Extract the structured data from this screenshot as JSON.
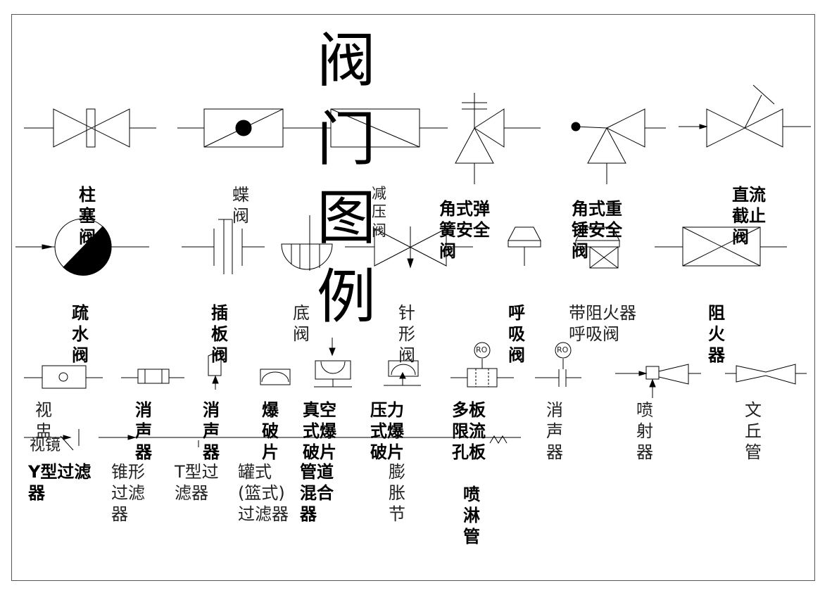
{
  "title": "阀门图例",
  "row1": {
    "zhusai": "柱塞阀",
    "die": "蝶阀",
    "jianya": "减压阀",
    "jiaoshi_tanhuang": "角式弹簧安全阀",
    "jiaoshi_zhongchui": "角式重锤安全阀",
    "zhiliu": "直流截止阀"
  },
  "row2": {
    "shushui": "疏水阀",
    "chaban": "插板阀",
    "di": "底阀",
    "zhenxing": "针形阀",
    "huxi": "呼吸阀",
    "zuhuo_huxi": "带阻火器呼吸阀",
    "zuhuoqi": "阻火器"
  },
  "row3": {
    "shiji": "视盅",
    "xiaosheng1": "消声器",
    "xiaosheng2": "消声器",
    "baopo": "爆破片",
    "zhenkong": "真空式爆破片",
    "yali": "压力式爆破片",
    "duoban": "多板限流孔板",
    "xiaosheng3": "消声器",
    "penshe": "喷射器",
    "wenqiu": "文丘管",
    "ro1": "RO",
    "ro2": "RO"
  },
  "row4": {
    "shijing": "视镜",
    "y_guolv": "Y型过滤器",
    "zhui_guolv": "锥形过滤器",
    "t_guolv": "T型过滤器",
    "guan_guolv": "罐式(篮式)过滤器",
    "guandao": "管道混合器",
    "pengzhang": "膨胀节",
    "penlin": "喷淋管"
  }
}
